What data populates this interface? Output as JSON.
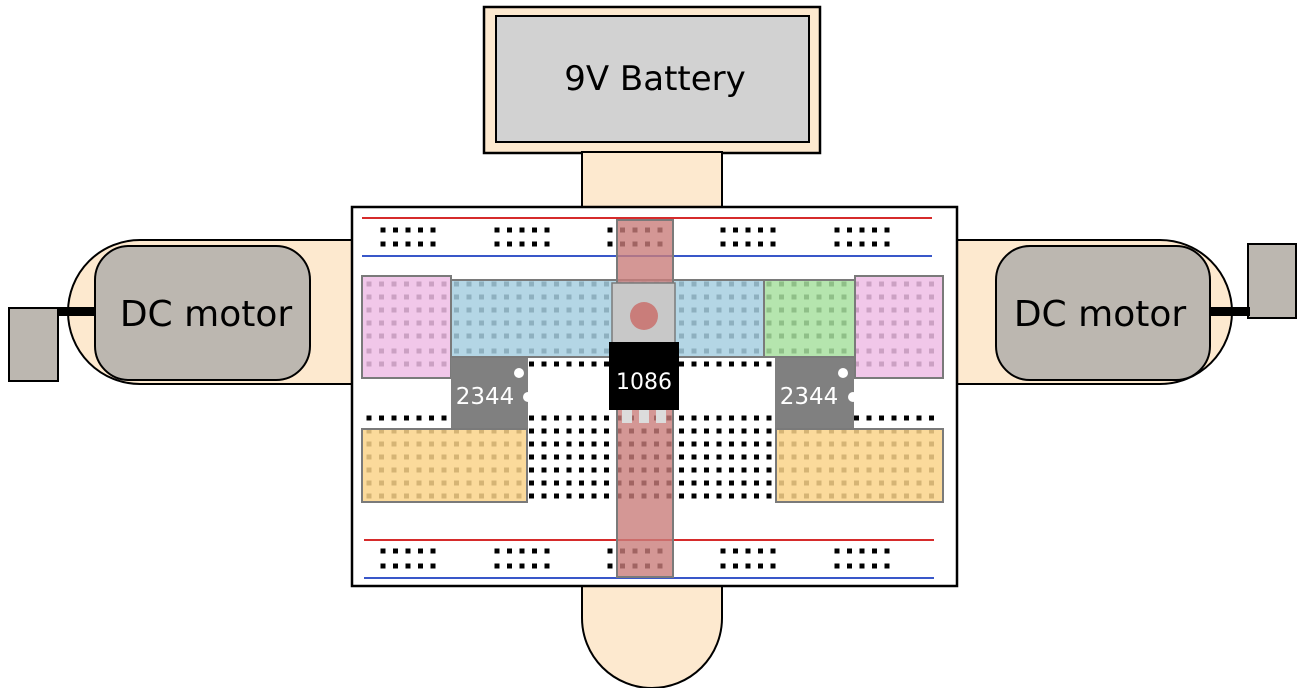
{
  "battery": {
    "label": "9V Battery"
  },
  "motors": {
    "left": {
      "label": "DC motor"
    },
    "right": {
      "label": "DC motor"
    }
  },
  "chips": {
    "regulator": {
      "label": "1086"
    },
    "driver_left": {
      "label": "2344"
    },
    "driver_right": {
      "label": "2344"
    }
  },
  "colors": {
    "chassis_fill": "#fde9cf",
    "battery_fill": "#d2d2d2",
    "motor_fill": "#bcb7b0",
    "rail_red": "#d62b2b",
    "rail_blue": "#3957c9",
    "zone_pink": "#eebde5",
    "zone_blue": "#a7cfe0",
    "zone_green": "#a8e0a0",
    "zone_yellow": "#fad38a",
    "zone_red": "#c97d7a",
    "chip_grey": "#808080",
    "chip_black": "#000000"
  }
}
